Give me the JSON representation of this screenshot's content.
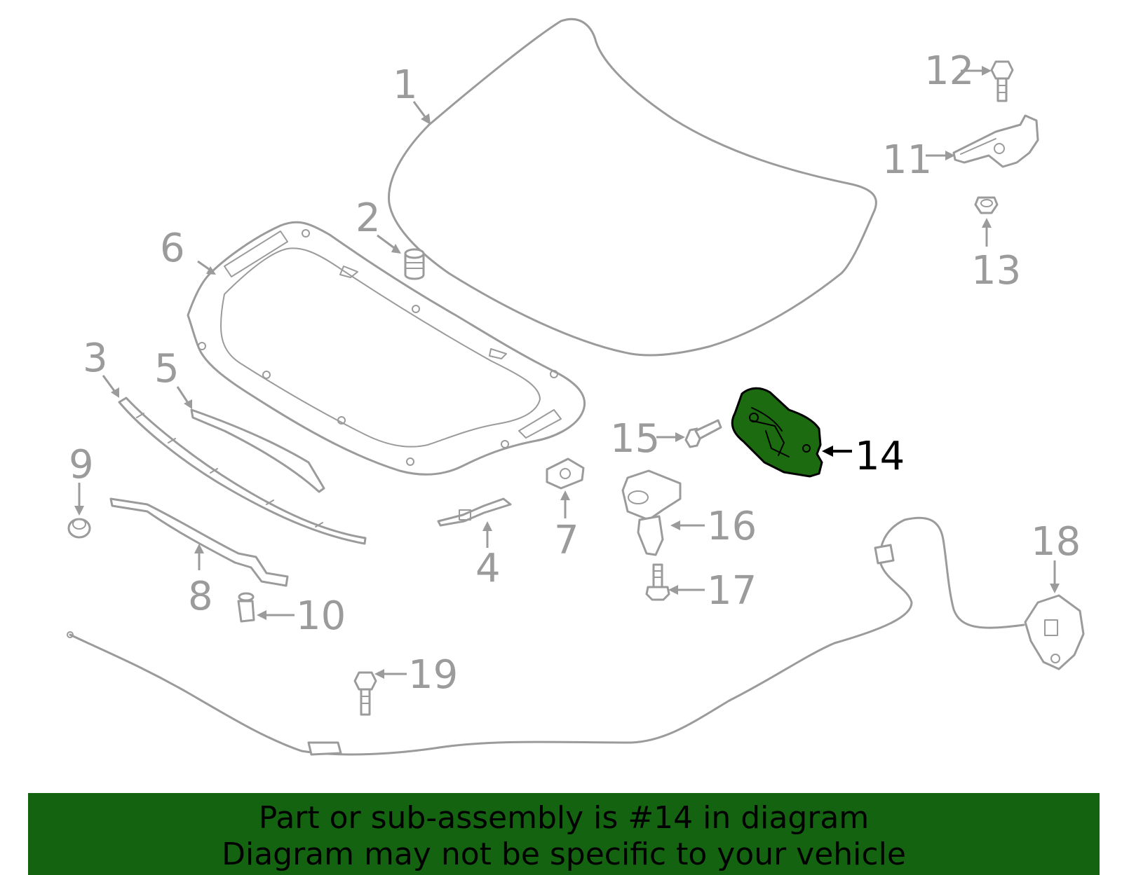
{
  "diagram": {
    "callouts": [
      "1",
      "2",
      "3",
      "4",
      "5",
      "6",
      "7",
      "8",
      "9",
      "10",
      "11",
      "12",
      "13",
      "14",
      "15",
      "16",
      "17",
      "18",
      "19"
    ],
    "highlighted_part": "14",
    "colors": {
      "part_line": "#9b9b9b",
      "highlight_fill": "#1c6b10",
      "highlight_label": "#000000",
      "banner_bg": "#136310"
    }
  },
  "footer": {
    "line1": "Part or sub-assembly is #14 in diagram",
    "line2": "Diagram may not be specific to your vehicle"
  }
}
